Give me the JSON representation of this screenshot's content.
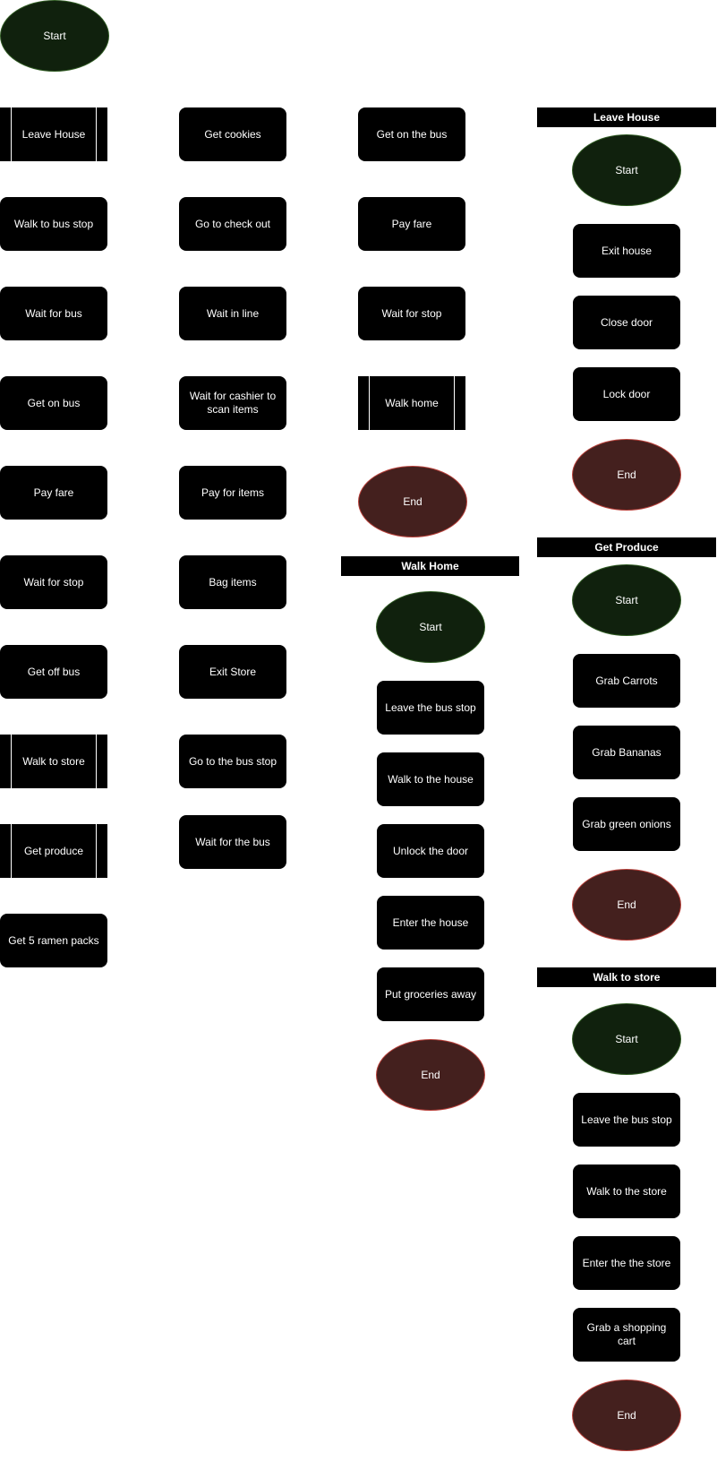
{
  "main": {
    "start": "Start",
    "steps": [
      "Leave House",
      "Walk to bus stop",
      "Wait for bus",
      "Get on bus",
      "Pay fare",
      "Wait for stop",
      "Get off bus",
      "Walk to store",
      "Get produce",
      "Get 5 ramen packs",
      "Get cookies",
      "Go to check out",
      "Wait in line",
      "Wait for cashier to scan items",
      "Pay for items",
      "Bag items",
      "Exit Store",
      "Go to the bus stop",
      "Wait for the bus",
      "Get on the bus",
      "Pay fare",
      "Wait for stop",
      "Walk home"
    ],
    "end": "End"
  },
  "leave_house": {
    "title": "Leave House",
    "start": "Start",
    "steps": [
      "Exit house",
      "Close door",
      "Lock door"
    ],
    "end": "End"
  },
  "get_produce": {
    "title": "Get Produce",
    "start": "Start",
    "steps": [
      "Grab Carrots",
      "Grab Bananas",
      "Grab green onions"
    ],
    "end": "End"
  },
  "walk_home": {
    "title": "Walk Home",
    "start": "Start",
    "steps": [
      "Leave the bus stop",
      "Walk to the house",
      "Unlock the door",
      "Enter the house",
      "Put groceries away"
    ],
    "end": "End"
  },
  "walk_to_store": {
    "title": "Walk to store",
    "start": "Start",
    "steps": [
      "Leave the bus stop",
      "Walk to the store",
      "Enter the the store",
      "Grab a shopping cart"
    ],
    "end": "End"
  },
  "colors": {
    "start_fill": "#10210d",
    "start_stroke": "#2f5a22",
    "end_fill": "#44201e",
    "end_stroke": "#b8403a",
    "box_fill": "#000000",
    "text": "#ffffff"
  }
}
